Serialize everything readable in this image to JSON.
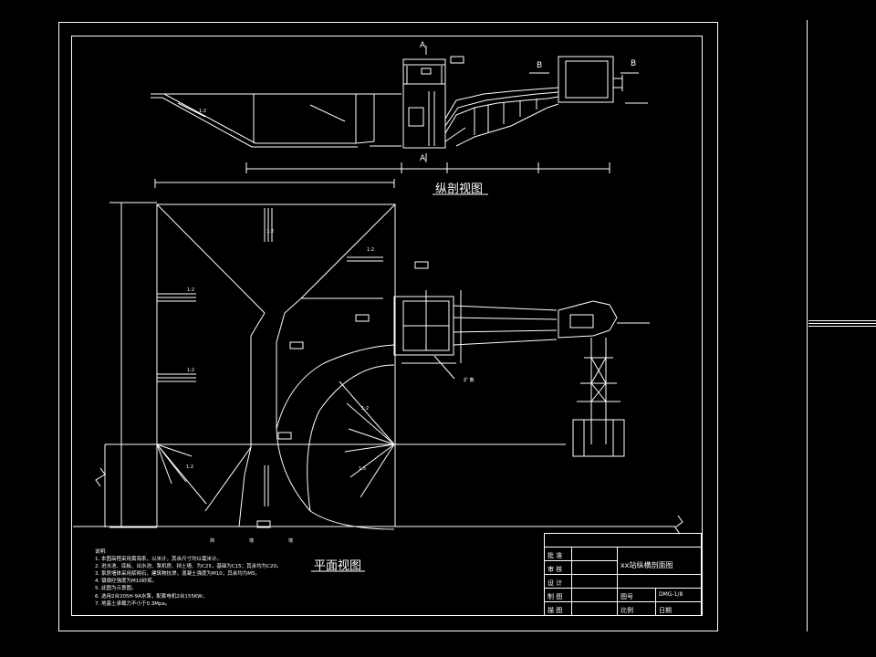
{
  "drawing": {
    "section_letters": {
      "a_top": "A",
      "a_bottom": "A",
      "b_left": "B",
      "b_right": "B"
    },
    "slope_labels": [
      "1:2",
      "1:2",
      "1:2",
      "1:2",
      "1:2",
      "1:2",
      "1:5",
      "1:2"
    ],
    "titles": {
      "longitudinal": "纵剖视图",
      "plan": "平面视图"
    },
    "plan_note": "扩 散",
    "bottom_marks": [
      "挡",
      "墙",
      "墙"
    ],
    "notes_heading": "说明:",
    "notes": [
      "1. 本图高程采用黄海系，以米计，其余尺寸均以毫米计。",
      "2. 进水池、底板、出水池、泵机房、挡土墙、为C25，基础为C15；其余均为C20。",
      "3. 泵房墙体采用浆砌石，建筑物抗渗，混凝土强度为M10，其余均为M5。",
      "4. 镇墩砼强度为M10砂浆。",
      "5. 此图为示意图。",
      "6. 选用2台20SH-9A水泵，配套电机2台155KW。",
      "7. 地基土承载力不小于0.3Mpa。"
    ]
  },
  "title_block": {
    "rows": [
      "批 准",
      "审 核",
      "设 计",
      "制 图",
      "描 图"
    ],
    "drawing_name": "xx站纵横剖面图",
    "drawing_no_label": "图号",
    "drawing_no": "DMG-1/8",
    "scale_label": "比例",
    "date_label": "日期"
  },
  "colors": {
    "background": "#000000",
    "line": "#ffffff"
  }
}
